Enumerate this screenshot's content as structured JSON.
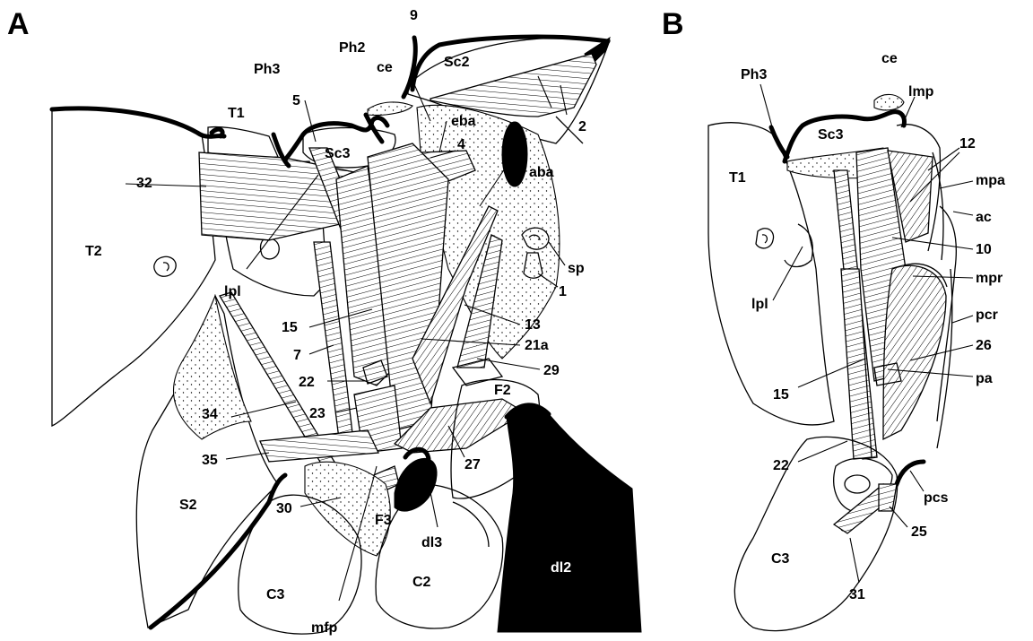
{
  "panels": [
    {
      "letter": "A",
      "labels": {
        "T1": "T1",
        "T2": "T2",
        "Ph3": "Ph3",
        "Ph2": "Ph2",
        "ce": "ce",
        "n9": "9",
        "Sc2": "Sc2",
        "Sc3": "Sc3",
        "n5": "5",
        "n2": "2",
        "n4": "4",
        "eba": "eba",
        "aba": "aba",
        "n32": "32",
        "sp": "sp",
        "n1": "1",
        "lpl": "lpl",
        "n15": "15",
        "n13": "13",
        "n7": "7",
        "n21a": "21a",
        "n22": "22",
        "n29": "29",
        "F2": "F2",
        "n34": "34",
        "n23": "23",
        "n35": "35",
        "n27": "27",
        "S2": "S2",
        "n30": "30",
        "F3": "F3",
        "dl3": "dl3",
        "dl2": "dl2",
        "C3": "C3",
        "C2": "C2",
        "mfp": "mfp"
      }
    },
    {
      "letter": "B",
      "labels": {
        "Ph3": "Ph3",
        "ce": "ce",
        "lmp": "lmp",
        "Sc3": "Sc3",
        "n12": "12",
        "T1": "T1",
        "mpa": "mpa",
        "ac": "ac",
        "n10": "10",
        "lpl": "lpl",
        "mpr": "mpr",
        "pcr": "pcr",
        "n26": "26",
        "n15": "15",
        "pa": "pa",
        "n22": "22",
        "pcs": "pcs",
        "n25": "25",
        "C3": "C3",
        "n31": "31"
      }
    }
  ]
}
